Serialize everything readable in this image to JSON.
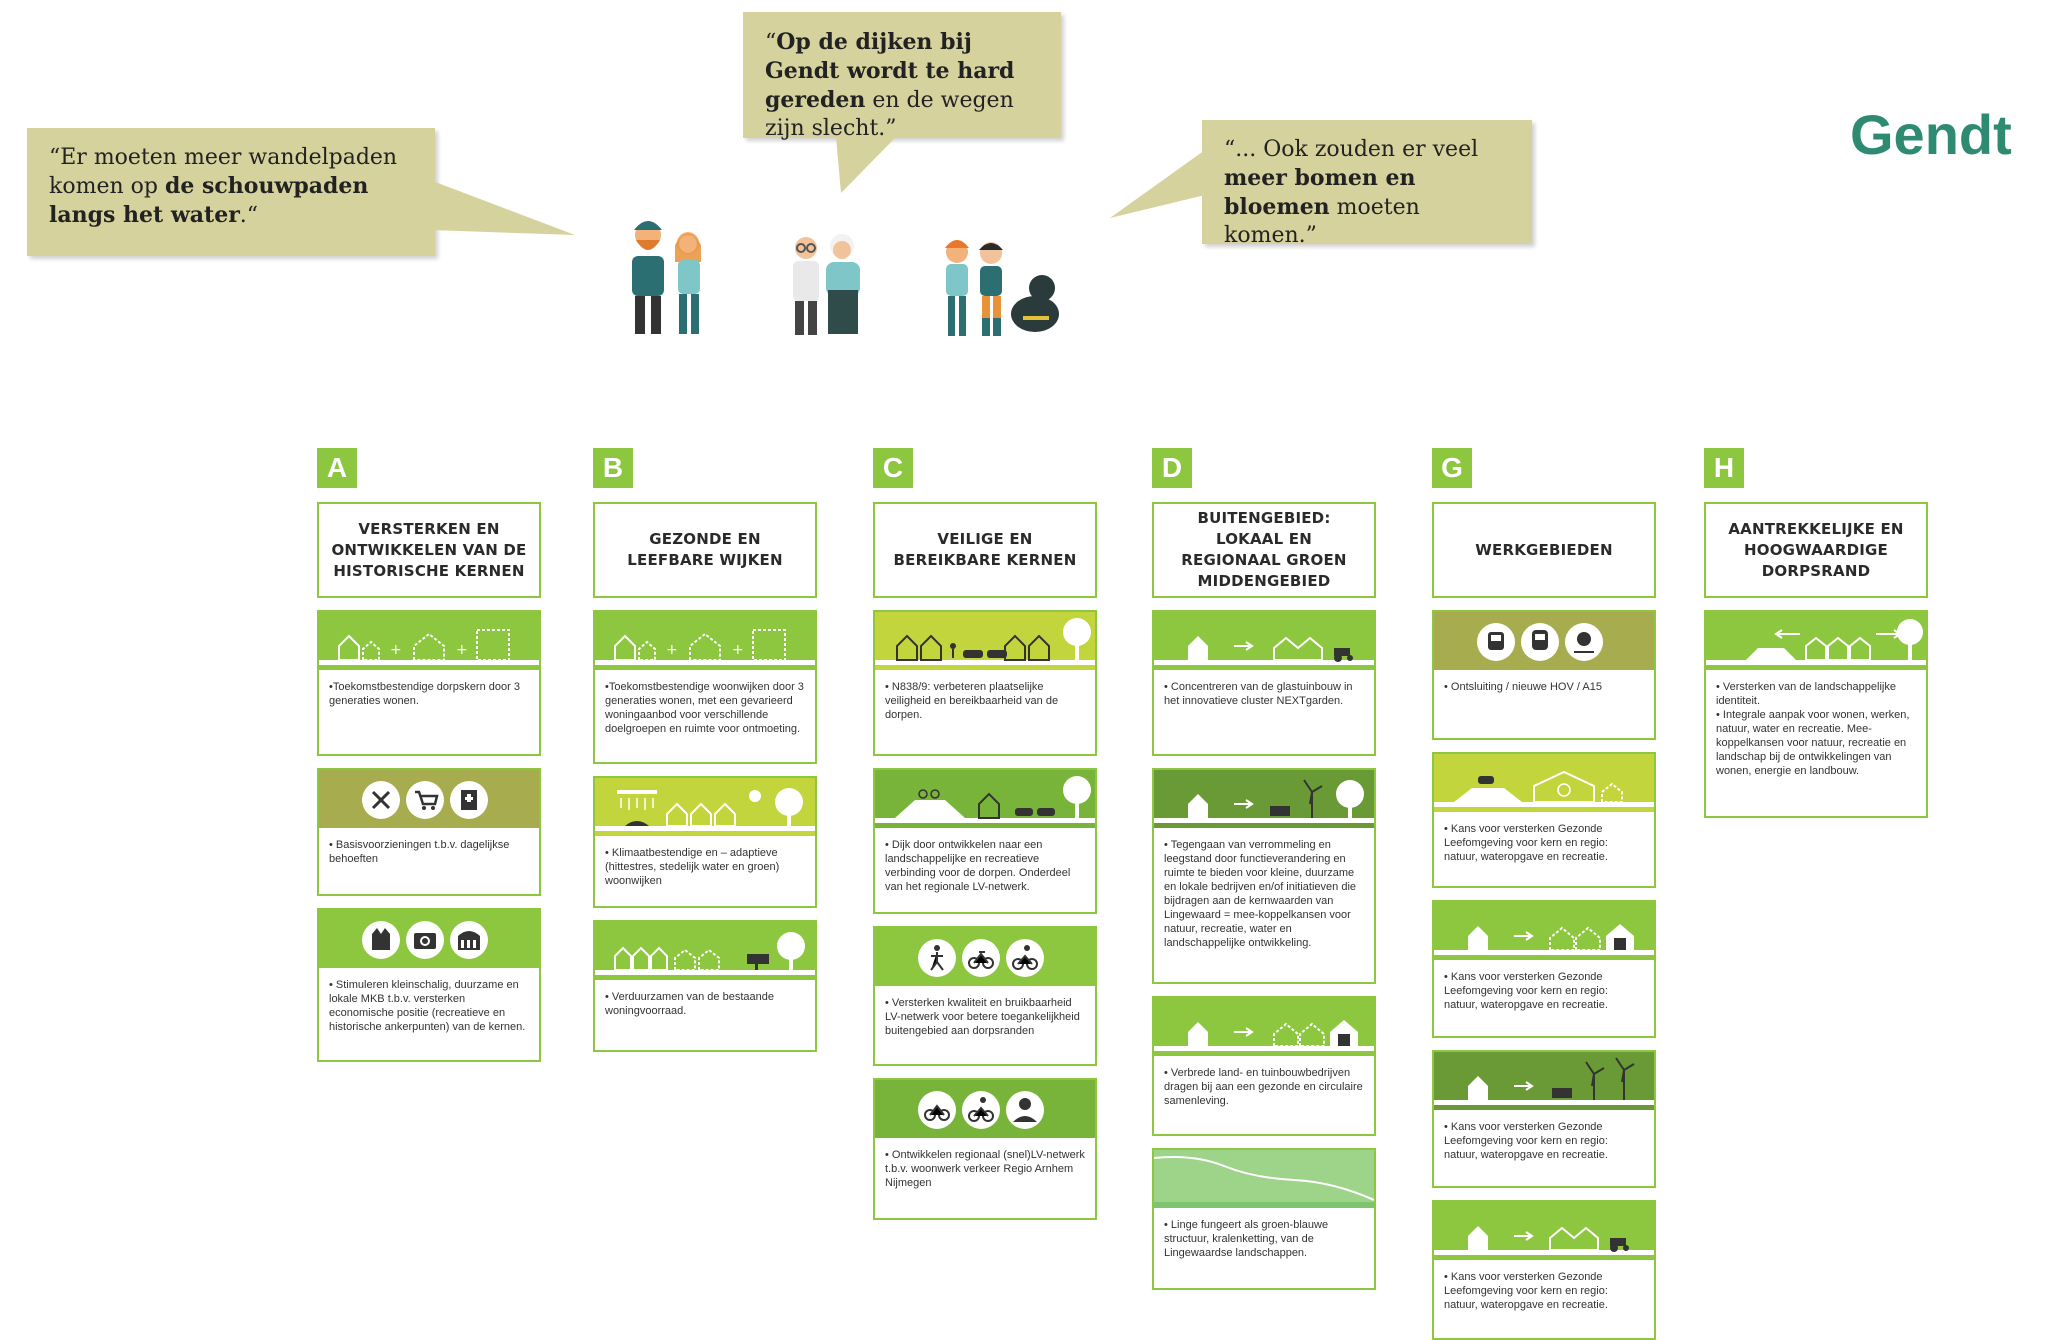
{
  "page_title": "Gendt",
  "quotes": [
    {
      "pre": "“Er moeten meer wandelpaden komen op ",
      "bold": "de schouwpaden langs het water",
      "post": ".“"
    },
    {
      "pre": "“",
      "bold": "Op de dijken bij Gendt wordt te hard gereden",
      "post": " en de wegen zijn slecht.”"
    },
    {
      "pre": "“... Ook zouden er veel ",
      "bold": "meer bomen en bloemen",
      "post": " moeten komen.”"
    }
  ],
  "columns": [
    {
      "letter": "A",
      "title": "VERSTERKEN EN ONTWIKKELEN VAN DE HISTORISCHE KERNEN",
      "cards": [
        {
          "text": "•Toekomstbestendige dorpskern door 3 generaties wonen.",
          "icon": "houses-growth-icon"
        },
        {
          "text": "• Basisvoorzieningen t.b.v. dagelijkse behoeften",
          "icon": "basic-facilities-icon"
        },
        {
          "text": "• Stimuleren kleinschalig, duurzame en lokale MKB t.b.v. versterken economische positie (recreatieve en historische ankerpunten) van de kernen.",
          "icon": "heritage-icon"
        }
      ]
    },
    {
      "letter": "B",
      "title": "GEZONDE EN LEEFBARE WIJKEN",
      "cards": [
        {
          "text": "•Toekomstbestendige woonwijken door 3 generaties wonen, met een gevarieerd woningaanbod voor verschillende doelgroepen en ruimte voor ontmoeting.",
          "icon": "houses-growth-icon"
        },
        {
          "text": "• Klimaatbestendige en – adaptieve (hittestres, stedelijk water en groen) woonwijken",
          "icon": "climate-icon"
        },
        {
          "text": "• Verduurzamen van de bestaande woningvoorraad.",
          "icon": "solar-houses-icon"
        }
      ]
    },
    {
      "letter": "C",
      "title": "VEILIGE EN BEREIKBARE KERNEN",
      "cards": [
        {
          "text": "• N838/9: verbeteren plaatselijke veiligheid en bereikbaarheid van de dorpen.",
          "icon": "road-safety-icon"
        },
        {
          "text": "• Dijk door ontwikkelen naar een landschappelijke en recreatieve verbinding voor de dorpen. Onderdeel van het regionale LV-netwerk.",
          "icon": "dike-icon"
        },
        {
          "text": "• Versterken kwaliteit en bruikbaarheid LV-netwerk voor betere toegankelijkheid buitengebied aan dorpsranden",
          "icon": "walk-bike-icon"
        },
        {
          "text": "• Ontwikkelen regionaal (snel)LV-netwerk t.b.v. woonwerk verkeer Regio Arnhem Nijmegen",
          "icon": "commute-icon"
        }
      ]
    },
    {
      "letter": "D",
      "title": "BUITENGEBIED: LOKAAL EN REGIONAAL GROEN MIDDENGEBIED",
      "cards": [
        {
          "text": "• Concentreren van de glastuinbouw in het innovatieve cluster NEXTgarden.",
          "icon": "greenhouse-cluster-icon"
        },
        {
          "text": "• Tegengaan van verrommeling en leegstand door functieverandering en ruimte te bieden voor kleine, duurzame en lokale bedrijven en/of initiatieven die bijdragen aan de kernwaarden van Lingewaard = mee-koppelkansen voor natuur, recreatie, water en landschappelijke ontwikkeling.",
          "icon": "energy-transition-icon"
        },
        {
          "text": "• Verbrede land- en tuinbouwbedrijven dragen bij aan een gezonde en circulaire samenleving.",
          "icon": "farm-shop-icon"
        },
        {
          "text": "• Linge fungeert als groen-blauwe structuur, kralenketting, van de Lingewaardse landschappen.",
          "icon": "river-icon"
        }
      ]
    },
    {
      "letter": "G",
      "title": "WERKGEBIEDEN",
      "cards": [
        {
          "text": "• Ontsluiting / nieuwe HOV / A15",
          "icon": "transit-icon"
        },
        {
          "text": "• Kans voor versterken Gezonde Leefomgeving voor kern en regio: natuur, wateropgave en recreatie.",
          "icon": "industry-recycle-icon"
        },
        {
          "text": "• Kans voor versterken Gezonde Leefomgeving voor kern en regio: natuur, wateropgave en recreatie.",
          "icon": "greenhouse-shop-icon"
        },
        {
          "text": "• Kans voor versterken Gezonde Leefomgeving voor kern en regio: natuur, wateropgave en recreatie.",
          "icon": "wind-solar-icon"
        },
        {
          "text": "• Kans voor versterken Gezonde Leefomgeving voor kern en regio: natuur, wateropgave en recreatie.",
          "icon": "greenhouse-farm-icon"
        }
      ]
    },
    {
      "letter": "H",
      "title": "AANTREKKELIJKE EN HOOGWAARDIGE DORPSRAND",
      "cards": [
        {
          "text": "• Versterken van de landschappelijke identiteit.\n• Integrale aanpak voor wonen, werken, natuur, water en recreatie. Mee-koppelkansen voor natuur, recreatie en landschap bij de ontwikkelingen van wonen, energie en landbouw.",
          "icon": "village-edge-icon"
        }
      ]
    }
  ]
}
